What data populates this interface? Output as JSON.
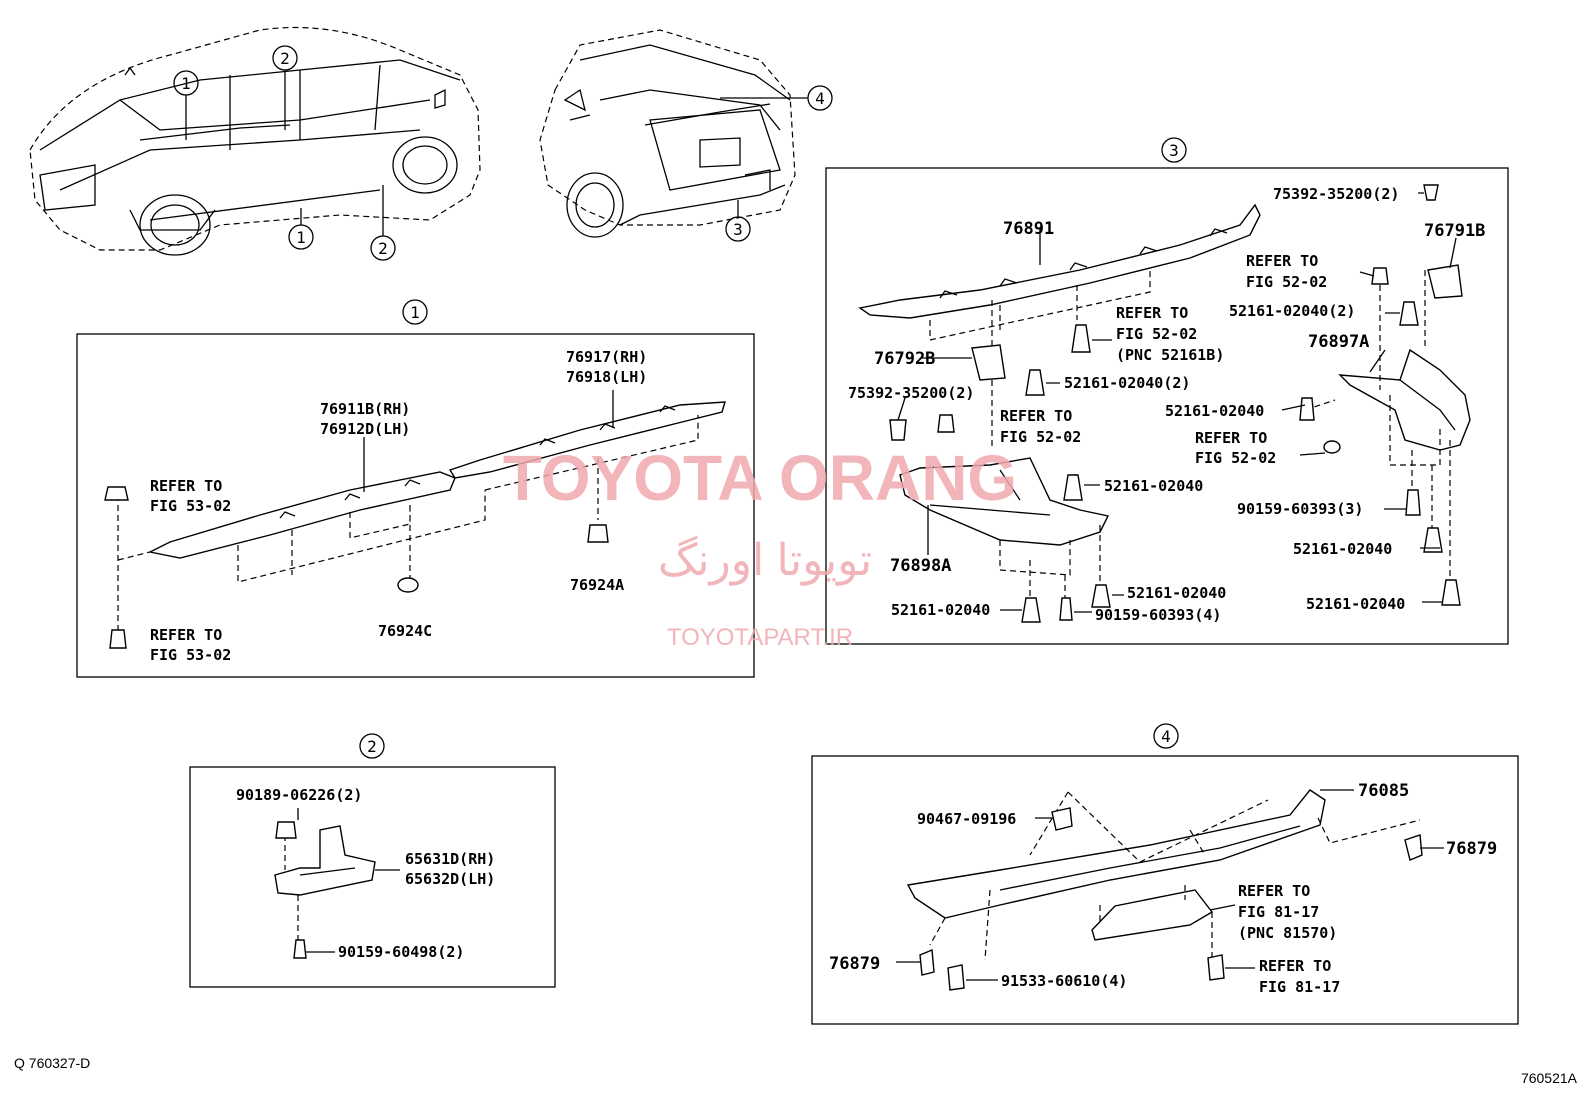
{
  "callouts": [
    "1",
    "2",
    "3",
    "4"
  ],
  "overview": {
    "car_front_callouts": [
      "1",
      "2",
      "1",
      "2"
    ],
    "car_rear_callouts": [
      "4",
      "3"
    ]
  },
  "panel1": {
    "callout": "1",
    "parts": {
      "molding_upper_rh": "76917(RH)",
      "molding_upper_lh": "76918(LH)",
      "molding_lower_rh": "76911B(RH)",
      "molding_lower_lh": "76912D(LH)",
      "refer_top_1": "REFER TO",
      "refer_top_2": "FIG 53-02",
      "refer_bottom_1": "REFER TO",
      "refer_bottom_2": "FIG 53-02",
      "clip_c": "76924C",
      "clip_a": "76924A"
    }
  },
  "panel2": {
    "callout": "2",
    "parts": {
      "nut": "90189-06226(2)",
      "bracket_rh": "65631D(RH)",
      "bracket_lh": "65632D(LH)",
      "screw": "90159-60498(2)"
    }
  },
  "panel3": {
    "callout": "3",
    "parts": {
      "lower_spoiler": "76891",
      "clip_top_right": "75392-35200(2)",
      "bracket_rb": "76791B",
      "refer_a_1": "REFER TO",
      "refer_a_2": "FIG 52-02",
      "clip_52161_2a": "52161-02040(2)",
      "refer_b_1": "REFER TO",
      "refer_b_2": "FIG 52-02",
      "refer_b_3": "(PNC 52161B)",
      "bracket_lb": "76792B",
      "clip_52161_2b": "52161-02040(2)",
      "side_right": "76897A",
      "clip_left": "75392-35200(2)",
      "refer_c_1": "REFER TO",
      "refer_c_2": "FIG 52-02",
      "clip_r1": "52161-02040",
      "refer_d_1": "REFER TO",
      "refer_d_2": "FIG 52-02",
      "clip_mid": "52161-02040",
      "screw_r": "90159-60393(3)",
      "side_left": "76898A",
      "clip_r2": "52161-02040",
      "clip_b1": "52161-02040",
      "clip_b2": "52161-02040",
      "screw_b": "90159-60393(4)",
      "clip_r3": "52161-02040"
    }
  },
  "panel4": {
    "callout": "4",
    "parts": {
      "spoiler": "76085",
      "nut": "90467-09196",
      "pin_right": "76879",
      "refer_a_1": "REFER TO",
      "refer_a_2": "FIG 81-17",
      "refer_a_3": "(PNC 81570)",
      "pin_left": "76879",
      "screw": "91533-60610(4)",
      "refer_b_1": "REFER TO",
      "refer_b_2": "FIG 81-17"
    }
  },
  "watermark": {
    "brand": "TOYOTA ORANG",
    "persian": "تویوتا اورنگ",
    "site": "TOYOTAPART.IR",
    "color": "#f0a9ae"
  },
  "footer": {
    "left": "Q 760327-D",
    "right": "760521A"
  }
}
